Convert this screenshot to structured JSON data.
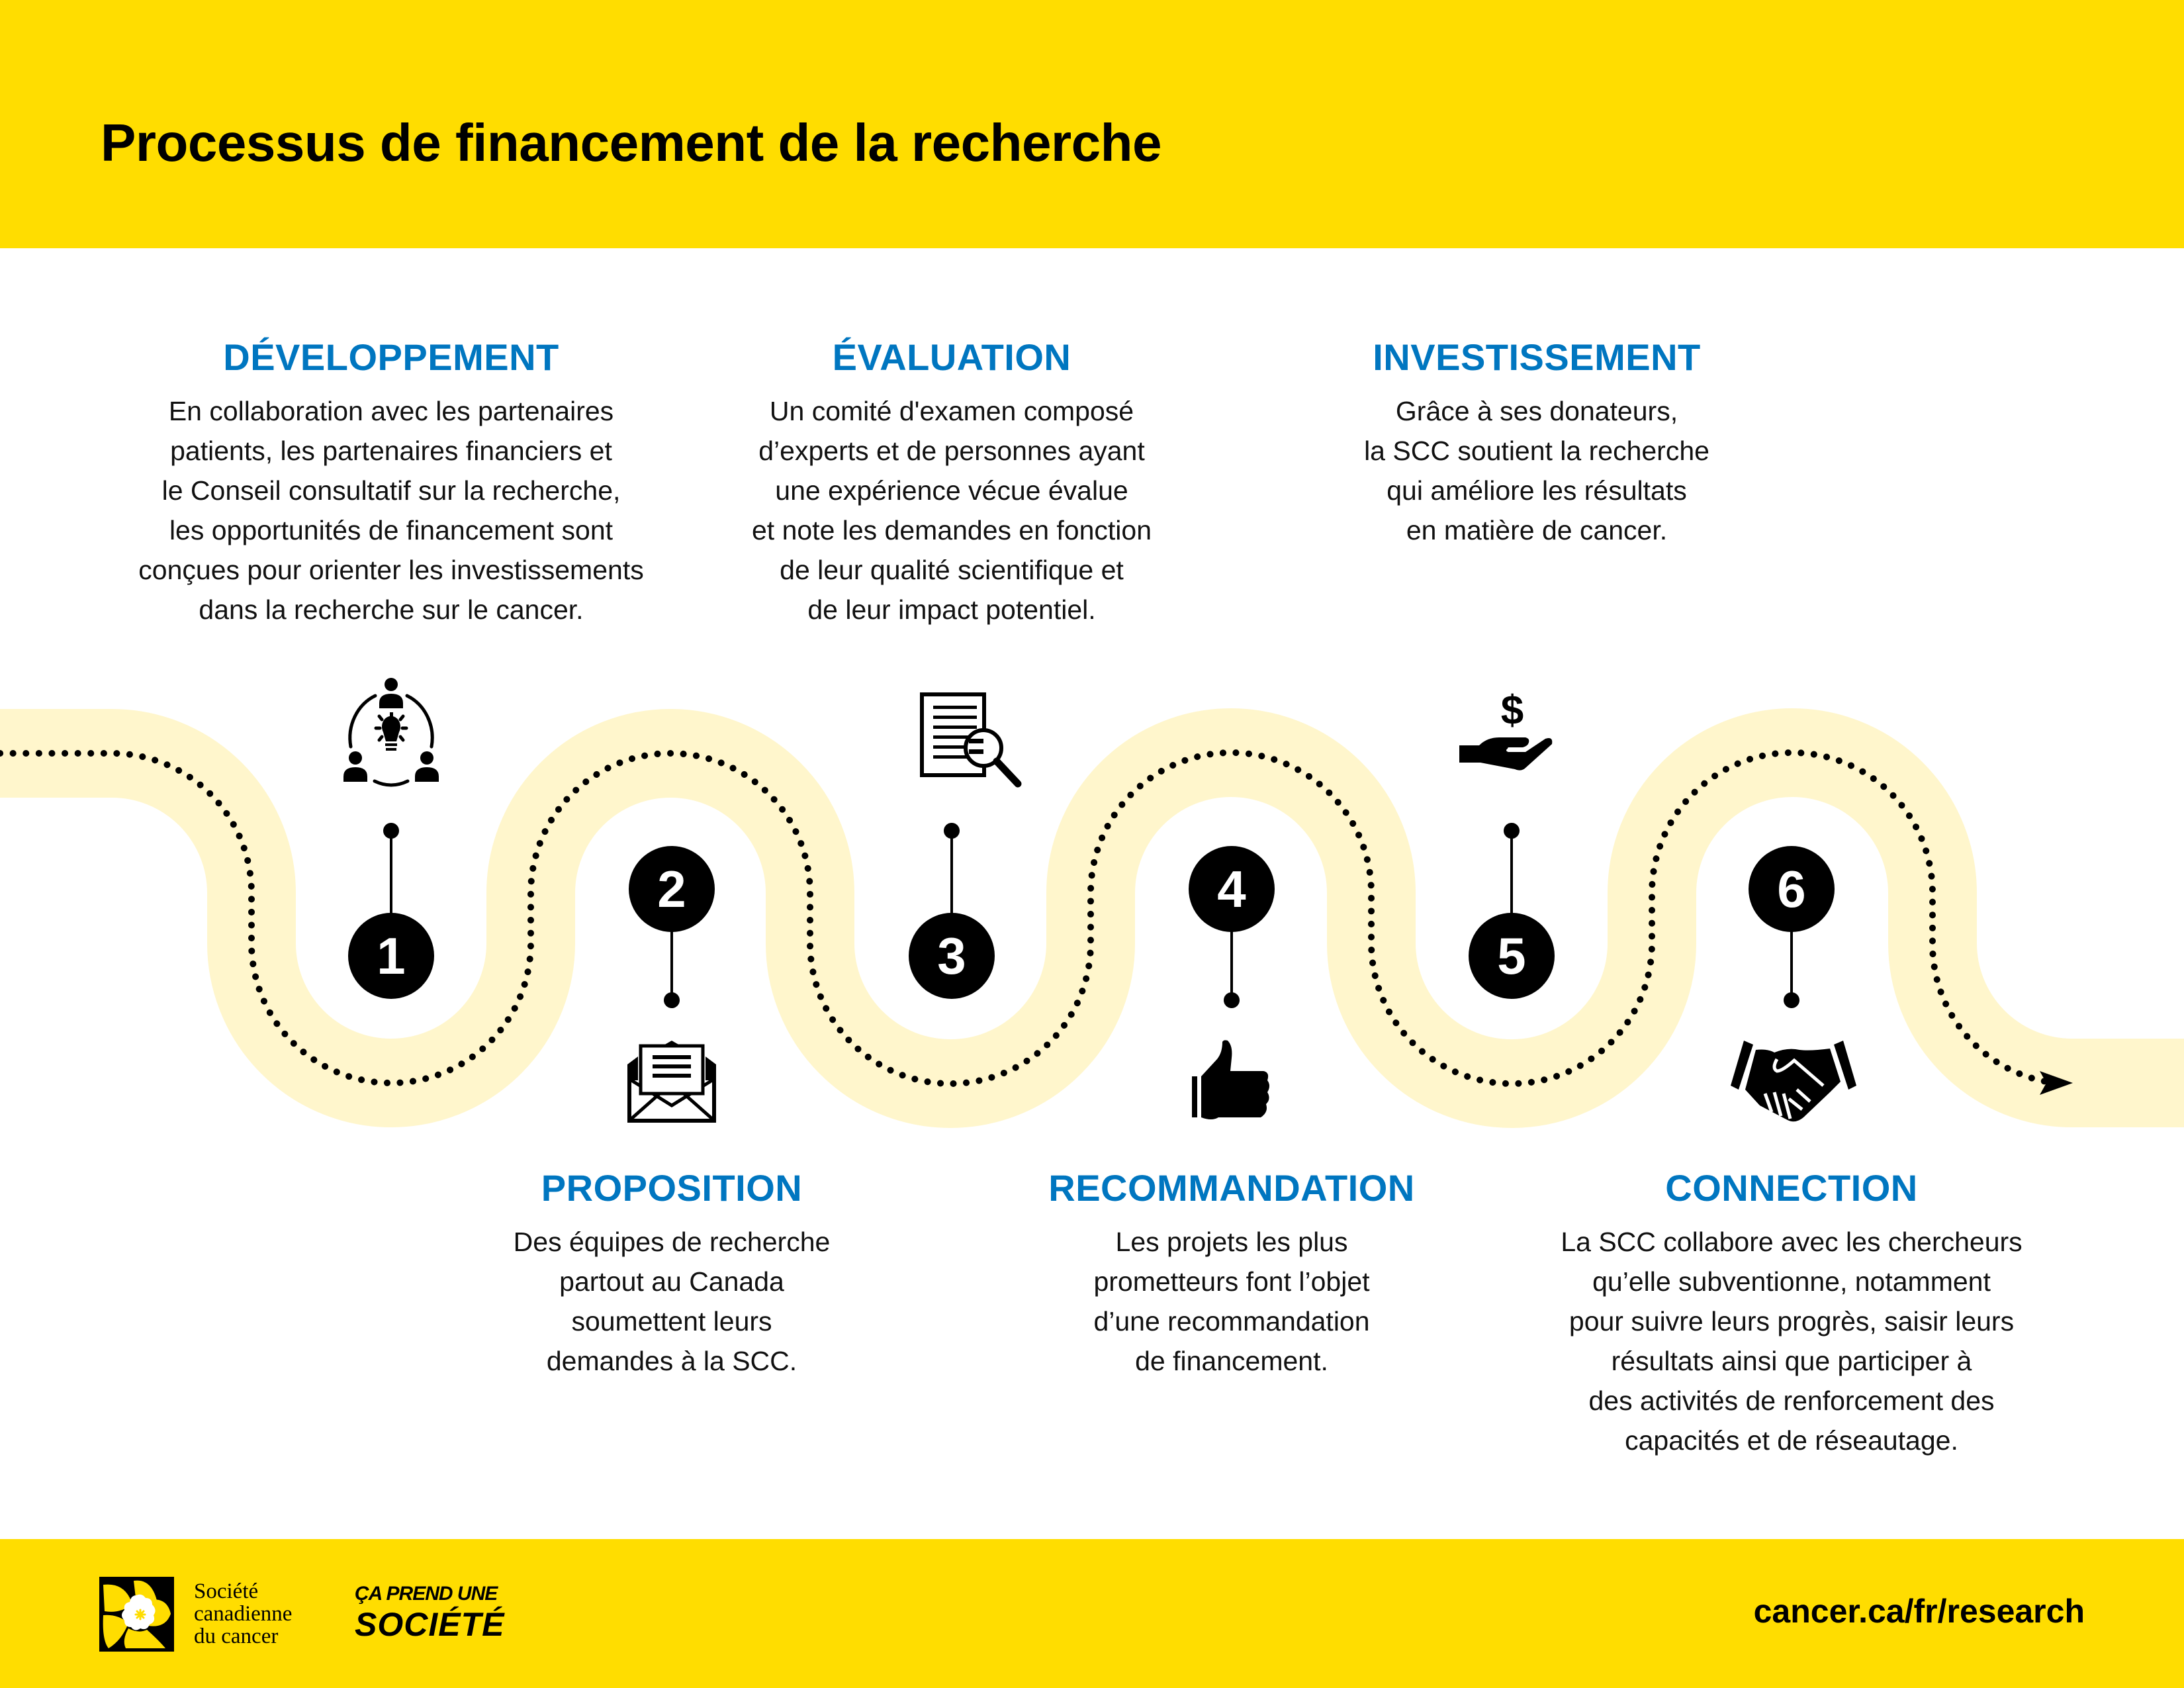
{
  "header": {
    "title": "Processus de financement de la recherche"
  },
  "colors": {
    "brand_yellow": "#FFDD00",
    "road": "#FFF6CC",
    "heading_blue": "#0076C0",
    "text": "#111111",
    "badge": "#000000"
  },
  "steps": [
    {
      "number": "1",
      "heading": "DÉVELOPPEMENT",
      "icon": "collaboration-lightbulb-icon",
      "position": "top",
      "lines": [
        "En collaboration avec les partenaires",
        "patients, les partenaires financiers et",
        "le Conseil consultatif sur la recherche,",
        "les opportunités de financement sont",
        "conçues pour orienter les investissements",
        "dans la recherche sur le cancer."
      ]
    },
    {
      "number": "2",
      "heading": "PROPOSITION",
      "icon": "envelope-letter-icon",
      "position": "bottom",
      "lines": [
        "Des équipes de recherche",
        "partout au Canada",
        "soumettent leurs",
        "demandes à la SCC."
      ]
    },
    {
      "number": "3",
      "heading": "ÉVALUATION",
      "icon": "document-magnifier-icon",
      "position": "top",
      "lines": [
        "Un comité d'examen composé",
        "d’experts et de personnes ayant",
        "une expérience vécue évalue",
        "et note les demandes en fonction",
        "de leur qualité scientifique et",
        "de leur impact potentiel."
      ]
    },
    {
      "number": "4",
      "heading": "RECOMMANDATION",
      "icon": "thumbs-up-icon",
      "position": "bottom",
      "lines": [
        "Les projets les plus",
        "prometteurs font l’objet",
        "d’une recommandation",
        "de financement."
      ]
    },
    {
      "number": "5",
      "heading": "INVESTISSEMENT",
      "icon": "hand-dollar-icon",
      "position": "top",
      "lines": [
        "Grâce à ses donateurs,",
        "la SCC soutient la recherche",
        "qui améliore les résultats",
        "en matière de cancer."
      ]
    },
    {
      "number": "6",
      "heading": "CONNECTION",
      "icon": "handshake-icon",
      "position": "bottom",
      "lines": [
        "La SCC collabore avec les chercheurs",
        "qu’elle subventionne, notamment",
        "pour suivre leurs progrès, saisir leurs",
        "résultats ainsi que participer à",
        "des activités de renforcement des",
        "capacités et de réseautage."
      ]
    }
  ],
  "footer": {
    "org_name_lines": [
      "Société",
      "canadienne",
      "du cancer"
    ],
    "slogan_line1": "ÇA PREND UNE",
    "slogan_line2": "SOCIÉTÉ",
    "url": "cancer.ca/fr/research"
  }
}
